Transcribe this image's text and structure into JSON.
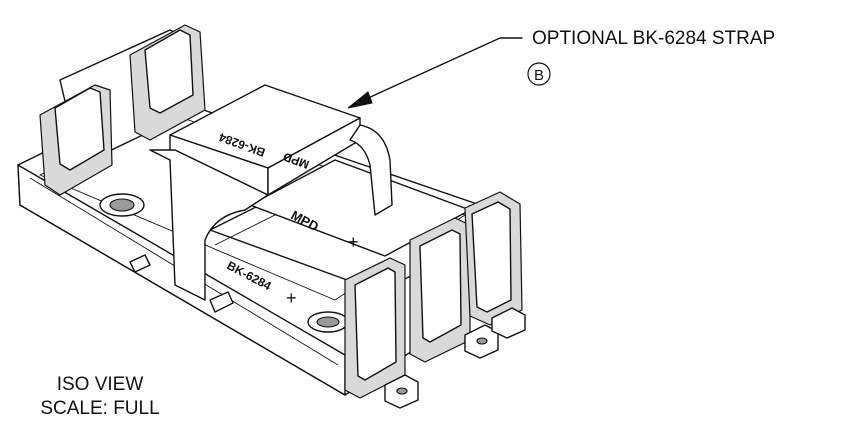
{
  "callout": {
    "label": "OPTIONAL BK-6284 STRAP",
    "balloon": "B"
  },
  "part_marks": {
    "strap_part_number": "BK-6284",
    "strap_brand": "MPD",
    "cell_brand": "MPD",
    "cell_part_number": "BK-6284",
    "plus_sign": "+"
  },
  "view": {
    "name": "ISO VIEW",
    "scale": "SCALE: FULL"
  }
}
